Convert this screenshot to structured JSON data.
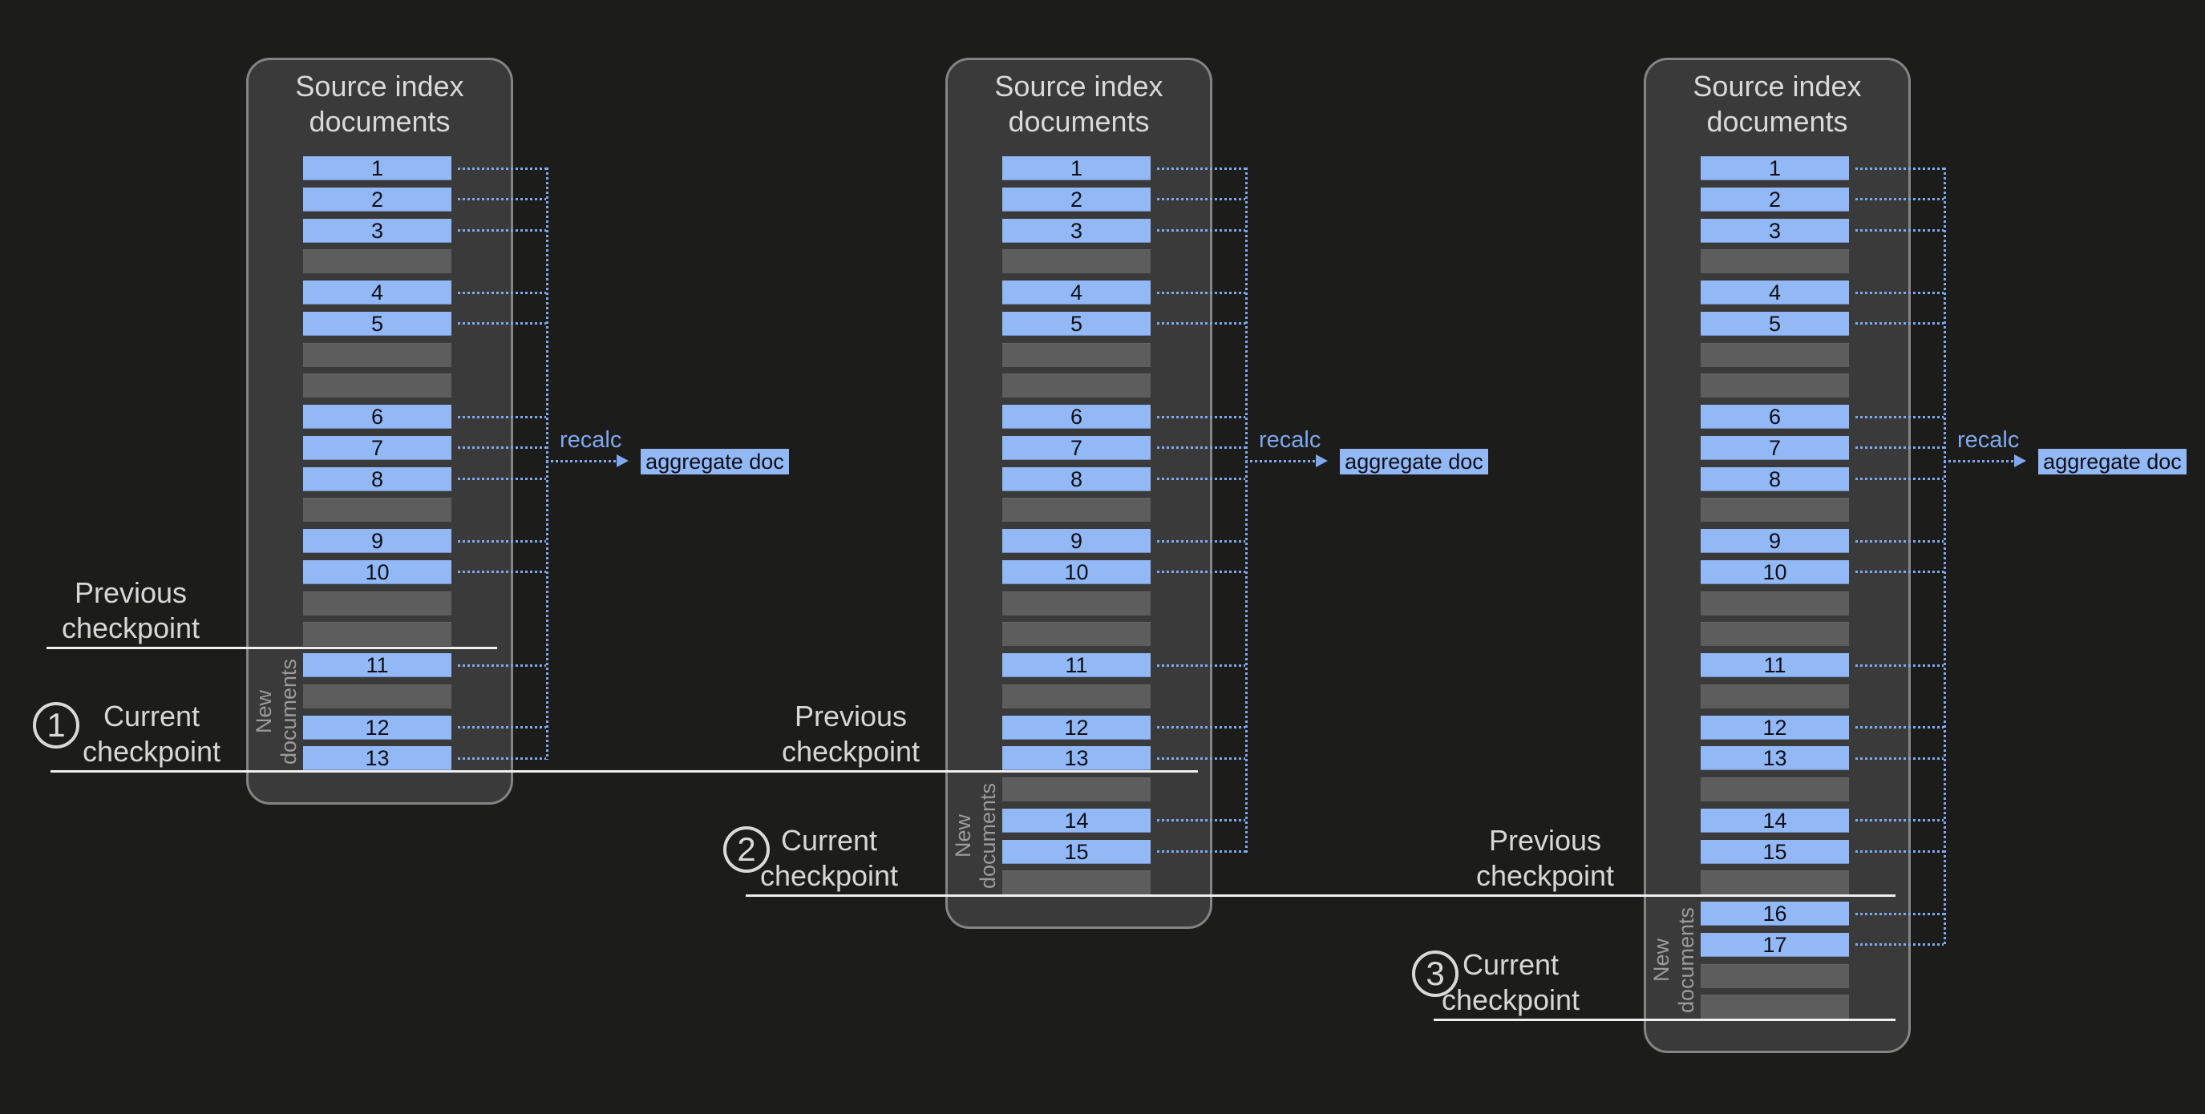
{
  "figure": {
    "panel_title": "Source index\ndocuments",
    "recalc_label": "recalc",
    "aggregate_label": "aggregate doc",
    "new_documents_label": "New\ndocuments",
    "previous_checkpoint_label": "Previous\ncheckpoint",
    "current_checkpoint_label": "Current\ncheckpoint"
  },
  "panels": [
    {
      "name": "panel-1",
      "rows": [
        "1",
        "2",
        "3",
        "",
        "4",
        "5",
        "",
        "",
        "6",
        "7",
        "8",
        "",
        "9",
        "10",
        "",
        "",
        "11",
        "",
        "12",
        "13"
      ]
    },
    {
      "name": "panel-2",
      "rows": [
        "1",
        "2",
        "3",
        "",
        "4",
        "5",
        "",
        "",
        "6",
        "7",
        "8",
        "",
        "9",
        "10",
        "",
        "",
        "11",
        "",
        "12",
        "13",
        "",
        "14",
        "15",
        ""
      ]
    },
    {
      "name": "panel-3",
      "rows": [
        "1",
        "2",
        "3",
        "",
        "4",
        "5",
        "",
        "",
        "6",
        "7",
        "8",
        "",
        "9",
        "10",
        "",
        "",
        "11",
        "",
        "12",
        "13",
        "",
        "14",
        "15",
        "",
        "16",
        "17",
        "",
        ""
      ]
    }
  ],
  "checkpoints": [
    {
      "step": "1"
    },
    {
      "step": "2"
    },
    {
      "step": "3"
    }
  ],
  "colors": {
    "background": "#1c1c1a",
    "panel_background": "#3a3a3a",
    "panel_border": "#848484",
    "doc_row_blue": "#92b8f6",
    "placeholder_row_gray": "#5d5d5d",
    "dotted_line_blue": "#7fa9ee",
    "checkpoint_line_white": "#efefef",
    "label_gray": "#d7d7d7",
    "muted_gray": "#9b9b9b"
  }
}
